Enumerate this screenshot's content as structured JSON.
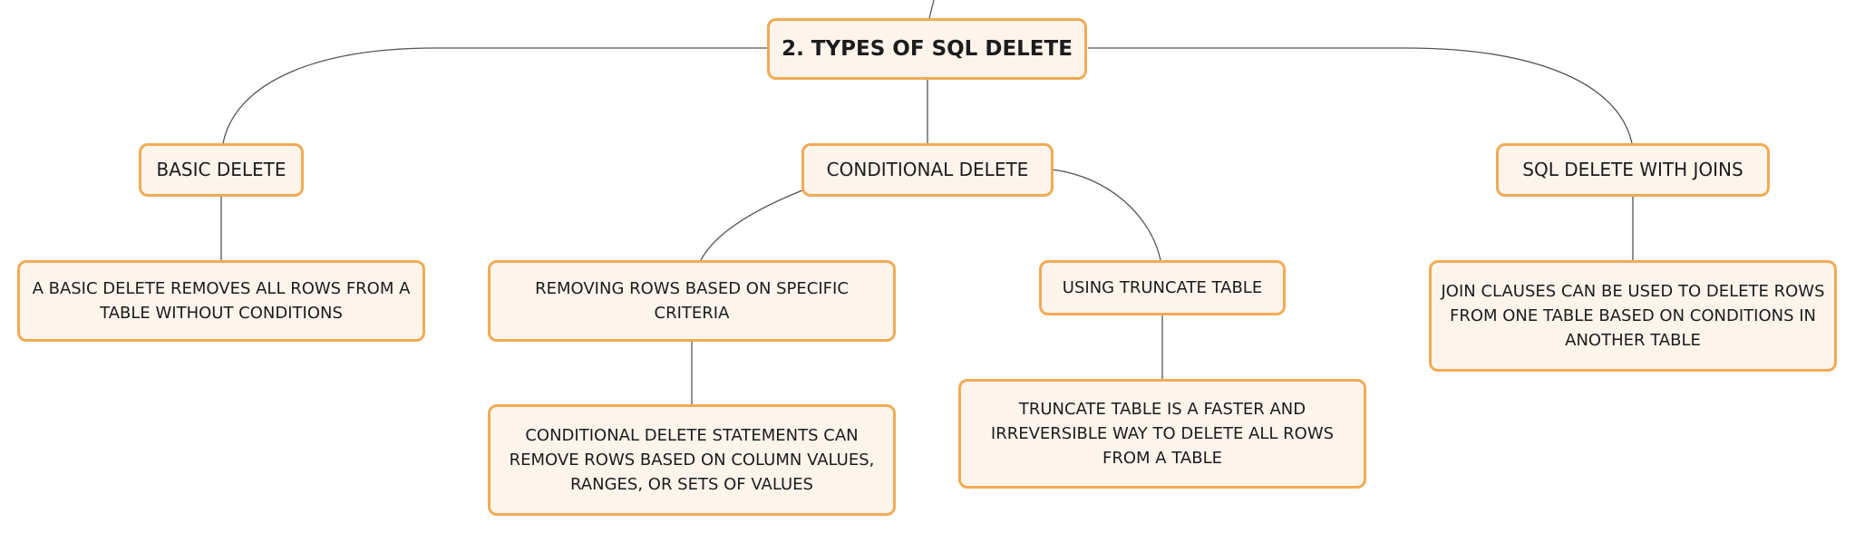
{
  "diagram": {
    "root": {
      "label": "2. TYPES OF SQL DELETE"
    },
    "branches": {
      "basic": {
        "label": "BASIC DELETE",
        "detail": "A BASIC DELETE REMOVES ALL ROWS FROM A TABLE WITHOUT CONDITIONS"
      },
      "conditional": {
        "label": "CONDITIONAL DELETE",
        "criteria": "REMOVING ROWS BASED ON SPECIFIC CRITERIA",
        "criteria_detail": "CONDITIONAL DELETE STATEMENTS CAN REMOVE ROWS BASED ON COLUMN VALUES, RANGES, OR SETS OF VALUES",
        "truncate": "USING TRUNCATE TABLE",
        "truncate_detail": "TRUNCATE TABLE IS A FASTER AND IRREVERSIBLE WAY TO DELETE ALL ROWS FROM A TABLE"
      },
      "joins": {
        "label": "SQL DELETE WITH JOINS",
        "detail": "JOIN CLAUSES CAN BE USED TO DELETE ROWS FROM ONE TABLE BASED ON CONDITIONS IN ANOTHER TABLE"
      }
    },
    "colors": {
      "node_border": "#f1ab55",
      "node_fill": "#fdf4ec",
      "edge": "#555555"
    }
  }
}
